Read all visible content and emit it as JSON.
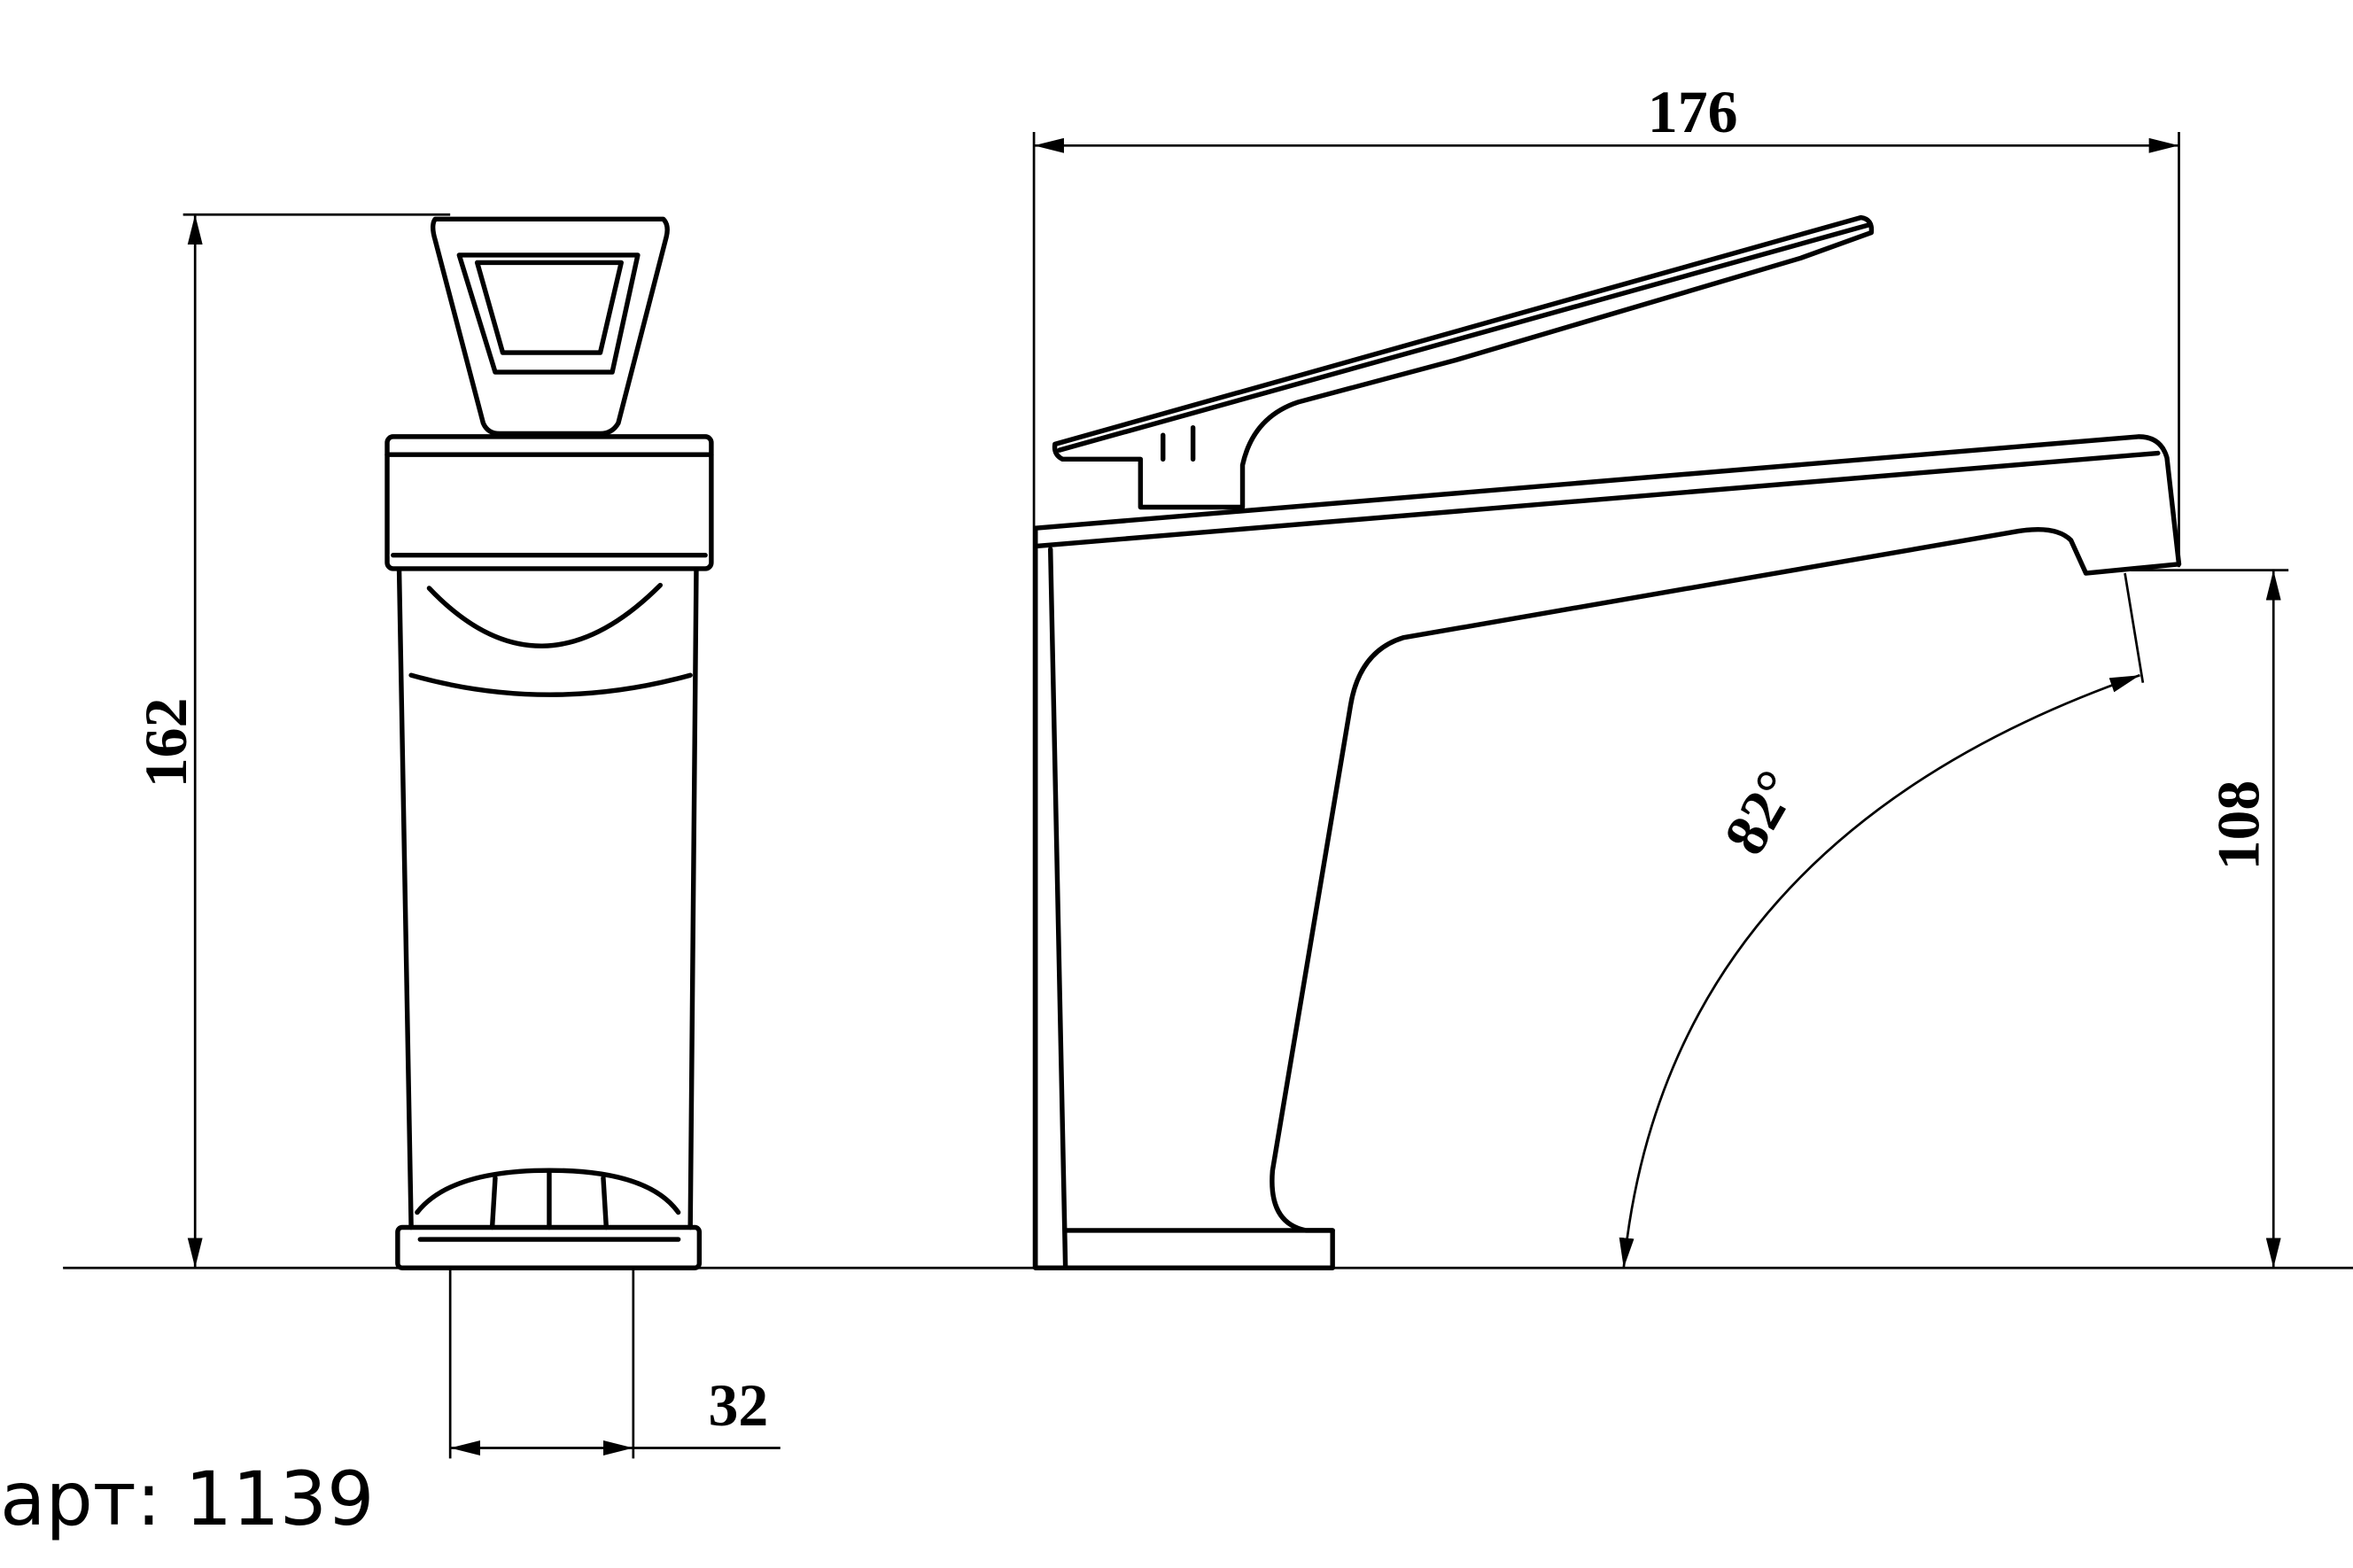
{
  "drawing": {
    "dimensions": {
      "total_length": "176",
      "total_height": "162",
      "spout_height": "108",
      "base_width": "32",
      "spout_angle": "82°"
    },
    "article_label": "арт: 1139"
  }
}
